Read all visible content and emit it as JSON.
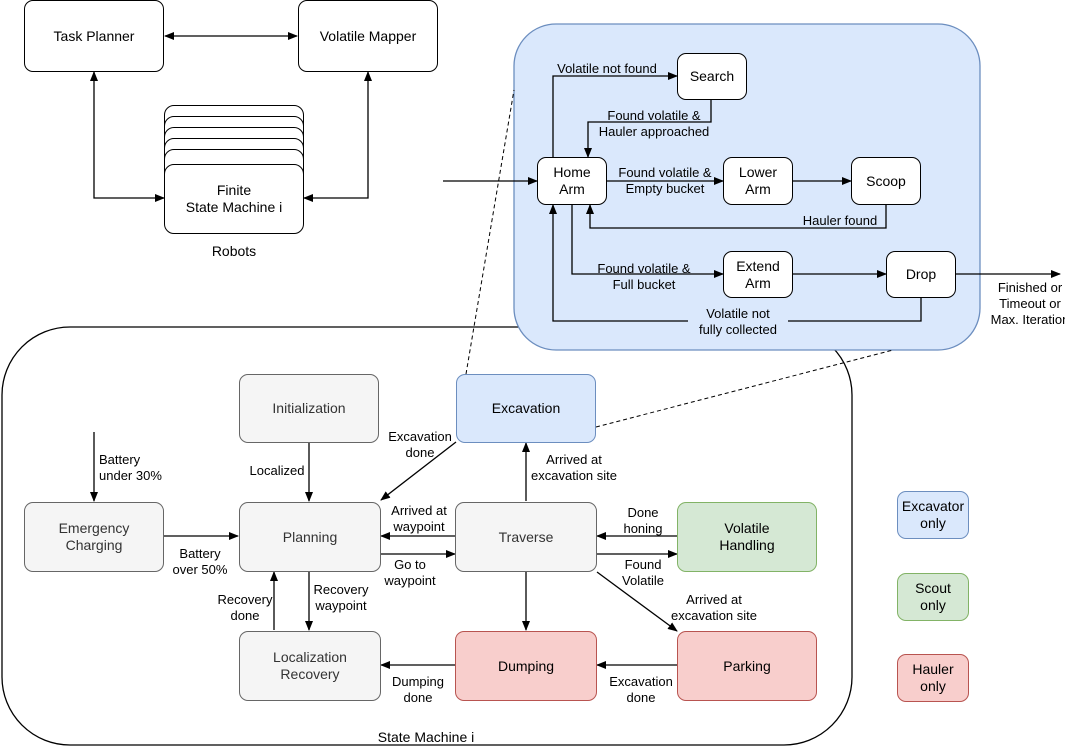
{
  "top": {
    "task_planner": "Task Planner",
    "volatile_mapper": "Volatile Mapper",
    "fsm": "Finite\nState Machine i",
    "robots": "Robots"
  },
  "excavation_detail": {
    "search": "Search",
    "home_arm": "Home\nArm",
    "lower_arm": "Lower\nArm",
    "scoop": "Scoop",
    "extend_arm": "Extend\nArm",
    "drop": "Drop",
    "lbl_not_found": "Volatile not found",
    "lbl_found_hauler": "Found volatile &\nHauler approached",
    "lbl_found_empty": "Found volatile &\nEmpty bucket",
    "lbl_hauler_found": "Hauler found",
    "lbl_found_full": "Found volatile &\nFull bucket",
    "lbl_not_collected": "Volatile not\nfully collected",
    "lbl_finished": "Finished or\nTimeout or\nMax. Iteration"
  },
  "state_machine": {
    "title": "State Machine i",
    "initialization": "Initialization",
    "excavation": "Excavation",
    "emergency_charging": "Emergency\nCharging",
    "planning": "Planning",
    "traverse": "Traverse",
    "volatile_handling": "Volatile\nHandling",
    "localization_recovery": "Localization\nRecovery",
    "dumping": "Dumping",
    "parking": "Parking",
    "lbl_battery_under": "Battery\nunder 30%",
    "lbl_battery_over": "Battery\nover 50%",
    "lbl_localized": "Localized",
    "lbl_excavation_done": "Excavation\ndone",
    "lbl_arrived_waypoint": "Arrived at\nwaypoint",
    "lbl_go_waypoint": "Go to\nwaypoint",
    "lbl_arrived_excavation_1": "Arrived at\nexcavation site",
    "lbl_done_honing": "Done\nhoning",
    "lbl_found_volatile": "Found\nVolatile",
    "lbl_arrived_excavation_2": "Arrived at\nexcavation site",
    "lbl_recovery_done": "Recovery\ndone",
    "lbl_recovery_waypoint": "Recovery\nwaypoint",
    "lbl_dumping_done": "Dumping\ndone",
    "lbl_excavation_done_2": "Excavation\ndone"
  },
  "legend": {
    "excavator": "Excavator\nonly",
    "scout": "Scout\nonly",
    "hauler": "Hauler\nonly"
  },
  "colors": {
    "blue_fill": "#dae8fc",
    "blue_stroke": "#6c8ebf",
    "green_fill": "#d5e8d4",
    "green_stroke": "#82b366",
    "red_fill": "#f8cecc",
    "red_stroke": "#b85450",
    "grey_fill": "#f5f5f5",
    "grey_stroke": "#666666"
  }
}
